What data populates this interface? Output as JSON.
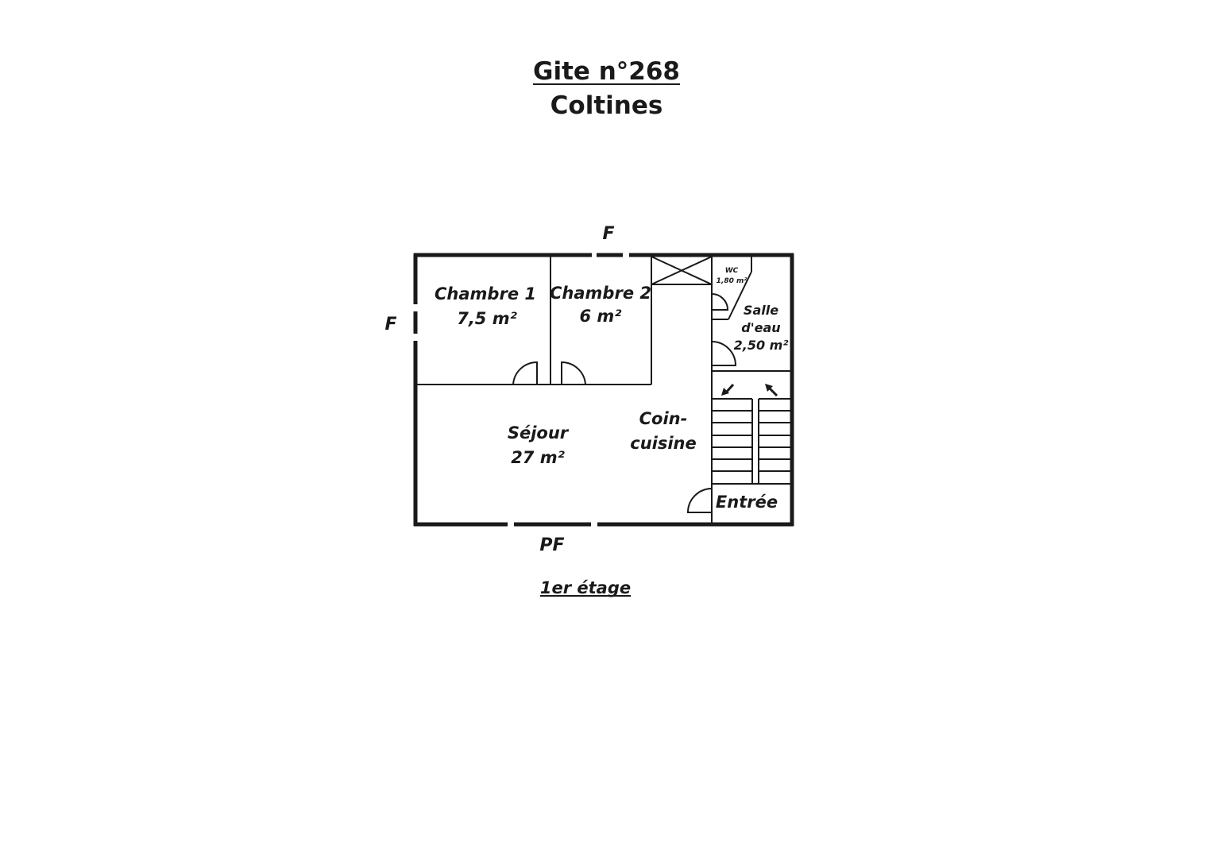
{
  "header": {
    "title": "Gite n°268",
    "subtitle": "Coltines"
  },
  "rooms": {
    "chambre1": {
      "name": "Chambre 1",
      "area": "7,5 m²"
    },
    "chambre2": {
      "name": "Chambre 2",
      "area": "6 m²"
    },
    "wc": {
      "name": "WC",
      "area": "1,80 m²"
    },
    "salle_eau": {
      "line1": "Salle",
      "line2": "d'eau",
      "area": "2,50 m²"
    },
    "sejour": {
      "name": "Séjour",
      "area": "27 m²"
    },
    "coin_cuisine": {
      "line1": "Coin-",
      "line2": "cuisine"
    },
    "entree": {
      "name": "Entrée"
    }
  },
  "openings": {
    "top_window": "F",
    "left_window": "F",
    "bottom_door": "PF"
  },
  "floor_label": "1er étage"
}
